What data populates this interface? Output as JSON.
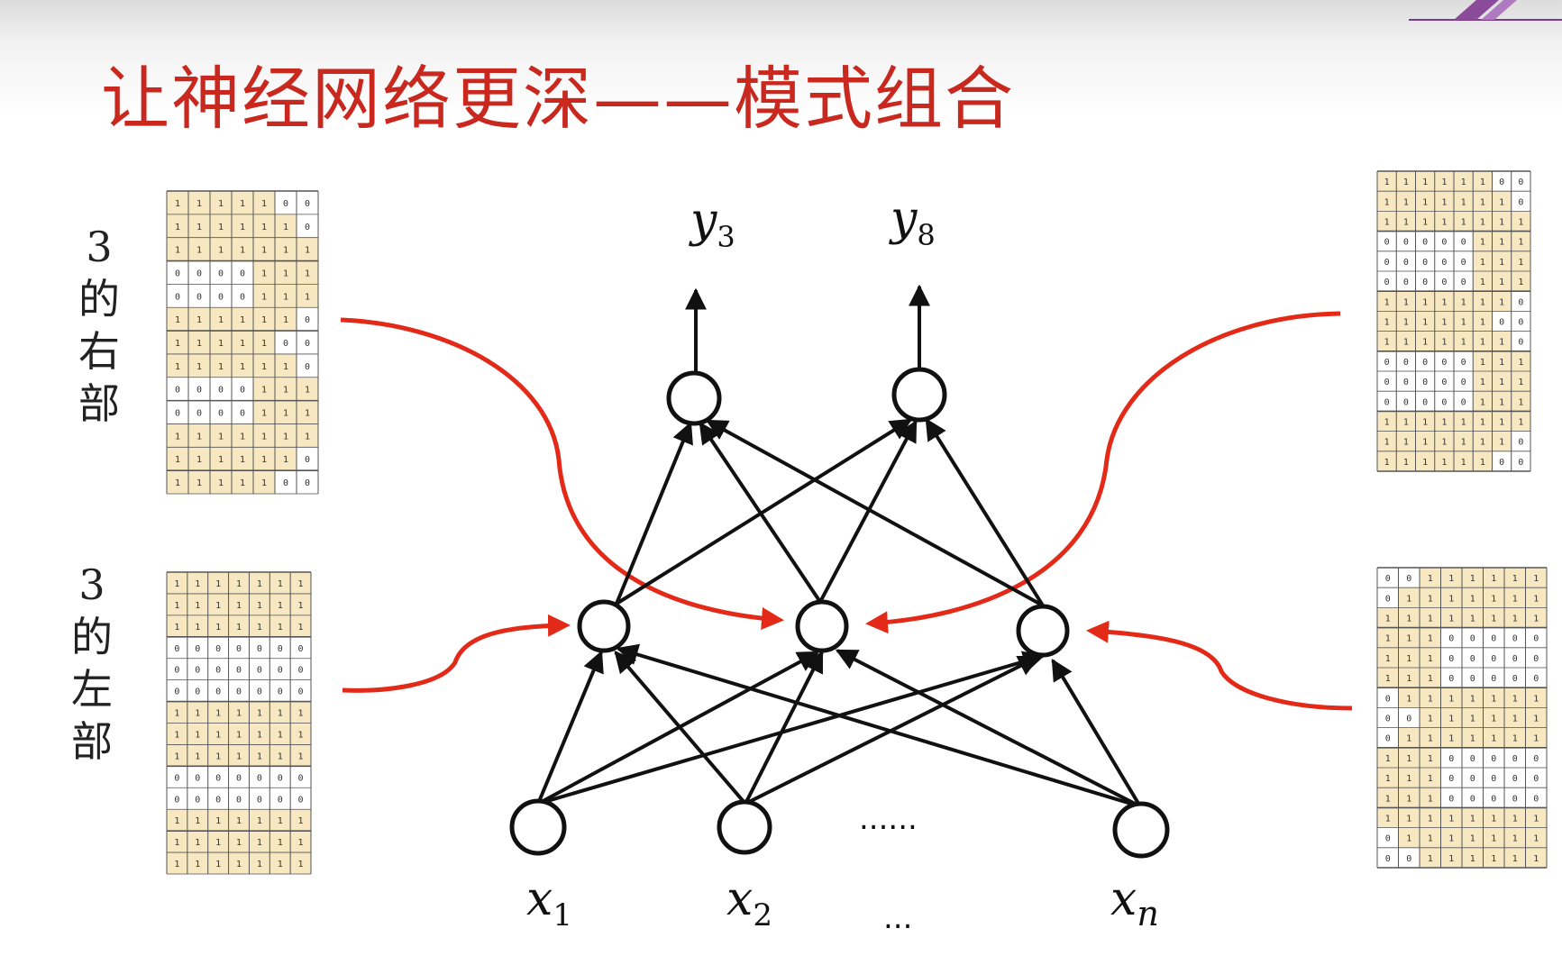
{
  "title": "让神经网络更深——模式组合",
  "colors": {
    "title": "#c8281e",
    "curve": "#e32a18",
    "cell_highlight": "#f8e8c2",
    "node": "#111111"
  },
  "side_labels": {
    "right_part": [
      "3",
      "的",
      "右",
      "部"
    ],
    "left_part": [
      "3",
      "的",
      "左",
      "部"
    ]
  },
  "outputs": [
    {
      "var": "y",
      "sub": "3"
    },
    {
      "var": "y",
      "sub": "8"
    }
  ],
  "inputs": [
    {
      "var": "x",
      "sub": "1"
    },
    {
      "var": "x",
      "sub": "2"
    },
    {
      "var": "x",
      "sub": "n"
    }
  ],
  "ellipsis_mid": "......",
  "ellipsis_bottom": "...",
  "grids": {
    "top_left": [
      "1111100",
      "1111110",
      "1111111",
      "0000111",
      "0000111",
      "1111110",
      "1111100",
      "1111110",
      "0000111",
      "0000111",
      "1111111",
      "1111110",
      "1111100"
    ],
    "bottom_left": [
      "1111111",
      "1111111",
      "1111111",
      "0000000",
      "0000000",
      "0000000",
      "1111111",
      "1111111",
      "1111111",
      "0000000",
      "0000000",
      "1111111",
      "1111111",
      "1111111"
    ],
    "top_right": [
      "11111100",
      "11111110",
      "11111111",
      "00000111",
      "00000111",
      "00000111",
      "11111110",
      "11111100",
      "11111110",
      "00000111",
      "00000111",
      "00000111",
      "11111111",
      "11111110",
      "11111100"
    ],
    "bottom_right": [
      "00111111",
      "01111111",
      "11111111",
      "11100000",
      "11100000",
      "11100000",
      "01111111",
      "00111111",
      "01111111",
      "11100000",
      "11100000",
      "11100000",
      "11111111",
      "01111111",
      "00111111"
    ]
  }
}
